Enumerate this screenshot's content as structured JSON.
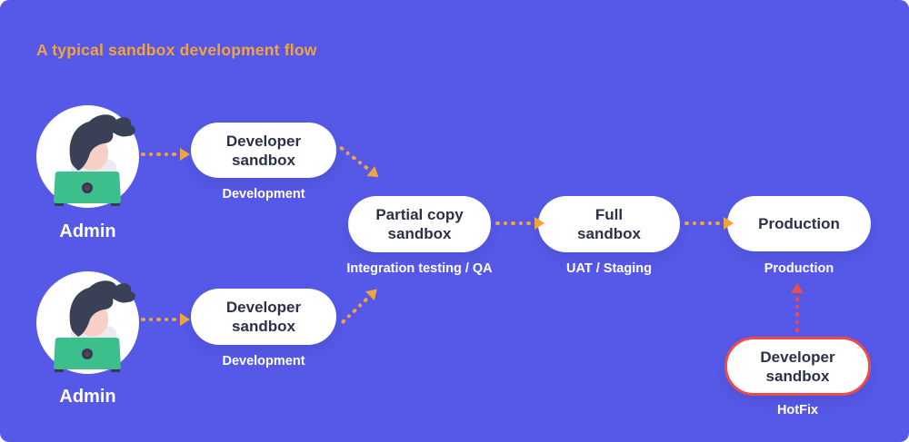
{
  "title": "A typical sandbox development flow",
  "actors": {
    "admin1": {
      "label": "Admin"
    },
    "admin2": {
      "label": "Admin"
    }
  },
  "nodes": {
    "dev1": {
      "line1": "Developer",
      "line2": "sandbox",
      "caption": "Development"
    },
    "dev2": {
      "line1": "Developer",
      "line2": "sandbox",
      "caption": "Development"
    },
    "partial": {
      "line1": "Partial copy",
      "line2": "sandbox",
      "caption": "Integration testing / QA"
    },
    "full": {
      "line1": "Full",
      "line2": "sandbox",
      "caption": "UAT / Staging"
    },
    "production": {
      "line1": "Production",
      "caption": "Production"
    },
    "hotfix": {
      "line1": "Developer",
      "line2": "sandbox",
      "caption": "HotFix"
    }
  },
  "icons": {
    "avatar": "admin-at-laptop-icon",
    "flow_arrow": "dotted-arrow-icon"
  },
  "colors": {
    "background": "#5659E7",
    "accent_orange": "#F0A43E",
    "alert_red": "#EC4B48",
    "node_fill": "#FFFFFF",
    "node_text": "#2B3148",
    "label_text": "#FFFFFF",
    "laptop_green": "#3DBE8D",
    "hair_navy": "#3A4157",
    "skin_pink": "#F6CFC6"
  }
}
